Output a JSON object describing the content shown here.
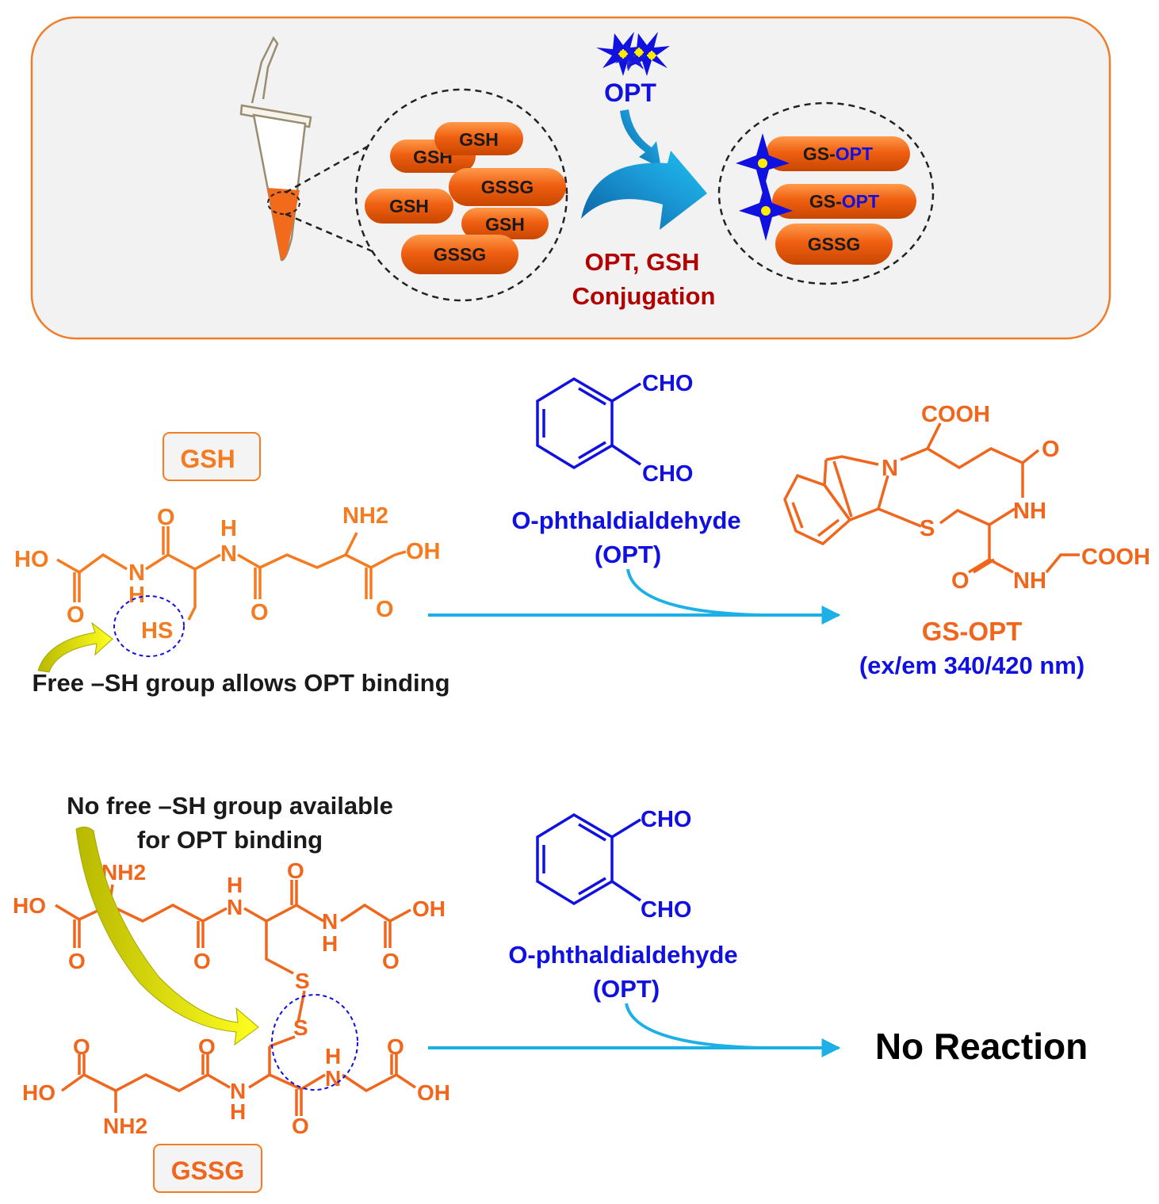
{
  "panel": {
    "reagent_label": "OPT",
    "before_capsules": [
      "GSH",
      "GSH",
      "GSSG",
      "GSH",
      "GSH",
      "GSSG"
    ],
    "after_capsules": [
      {
        "prefix": "GS-",
        "suffix": "OPT"
      },
      {
        "prefix": "GS-",
        "suffix": "OPT"
      },
      {
        "prefix": "GSSG",
        "suffix": ""
      }
    ],
    "process_label_line1": "OPT, GSH",
    "process_label_line2": "Conjugation"
  },
  "reaction1": {
    "reactant_label": "GSH",
    "reactant_atoms": {
      "ho": "HO",
      "o_left": "O",
      "n_left": "N",
      "h_left": "H",
      "o_amide": "O",
      "h_mid": "H",
      "n_mid": "N",
      "o_mid": "O",
      "nh2": "NH2",
      "oh": "OH",
      "o_right": "O",
      "hs": "HS"
    },
    "note": "Free –SH group allows OPT binding",
    "reagent_name": "O-phthaldialdehyde",
    "reagent_abbr": "(OPT)",
    "reagent_groups": [
      "CHO",
      "CHO"
    ],
    "product_atoms": {
      "cooh_top": "COOH",
      "n_ring": "N",
      "o_top": "O",
      "nh_1": "NH",
      "s": "S",
      "o_bottom": "O",
      "nh_2": "NH",
      "cooh_right": "COOH"
    },
    "product_label": "GS-OPT",
    "product_detail": "(ex/em 340/420 nm)"
  },
  "reaction2": {
    "note_line1": "No free –SH group available",
    "note_line2": "for OPT binding",
    "reactant_label": "GSSG",
    "upper_atoms": {
      "nh2": "NH2",
      "ho": "HO",
      "o1": "O",
      "o2": "O",
      "h": "H",
      "n": "N",
      "o3": "O",
      "n2": "N",
      "h2": "H",
      "oh": "OH",
      "o4": "O",
      "s": "S"
    },
    "lower_atoms": {
      "s": "S",
      "o1": "O",
      "ho": "HO",
      "nh2": "NH2",
      "o2": "O",
      "n": "N",
      "h": "H",
      "o3": "O",
      "h2": "H",
      "n2": "N",
      "o4": "O",
      "oh": "OH"
    },
    "reagent_name": "O-phthaldialdehyde",
    "reagent_abbr": "(OPT)",
    "reagent_groups": [
      "CHO",
      "CHO"
    ],
    "result": "No Reaction"
  },
  "colors": {
    "orange": "#f0661c",
    "orange_light": "#f47b20",
    "blue": "#0000dd",
    "dark_red": "#b00000",
    "arrow_blue": "#1cb0e6",
    "panel_border": "#ef7d2a",
    "panel_fill": "#f2f2f2"
  }
}
